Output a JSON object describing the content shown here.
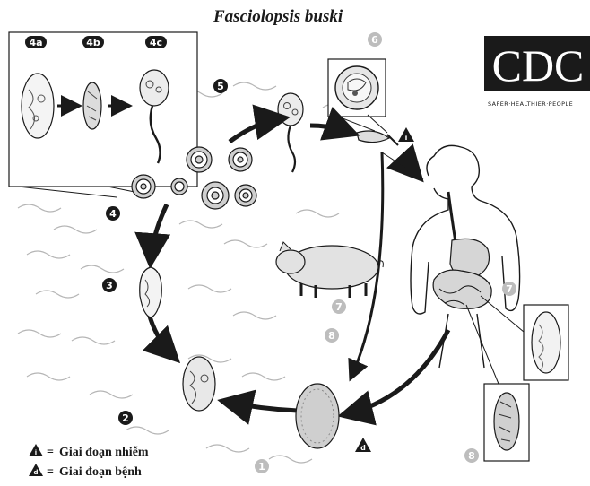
{
  "title": "Fasciolopsis buski",
  "logo": {
    "text": "CDC",
    "tagline": "SAFER·HEALTHIER·PEOPLE"
  },
  "stage_labels": [
    "4a",
    "4b",
    "4c",
    "5",
    "6",
    "4",
    "3",
    "2",
    "1",
    "7",
    "7",
    "8",
    "8"
  ],
  "stage_markers": [
    "i",
    "d"
  ],
  "legend": [
    {
      "symbol": "i",
      "suffix": "=",
      "label": "Giai đoạn nhiễm"
    },
    {
      "symbol": "d",
      "suffix": "=",
      "label": "Giai đoạn bệnh"
    }
  ],
  "colors": {
    "ink": "#1a1a1a",
    "faded": "#bdbdbd",
    "organ_fill": "#d6d6d6",
    "background": "#ffffff"
  }
}
